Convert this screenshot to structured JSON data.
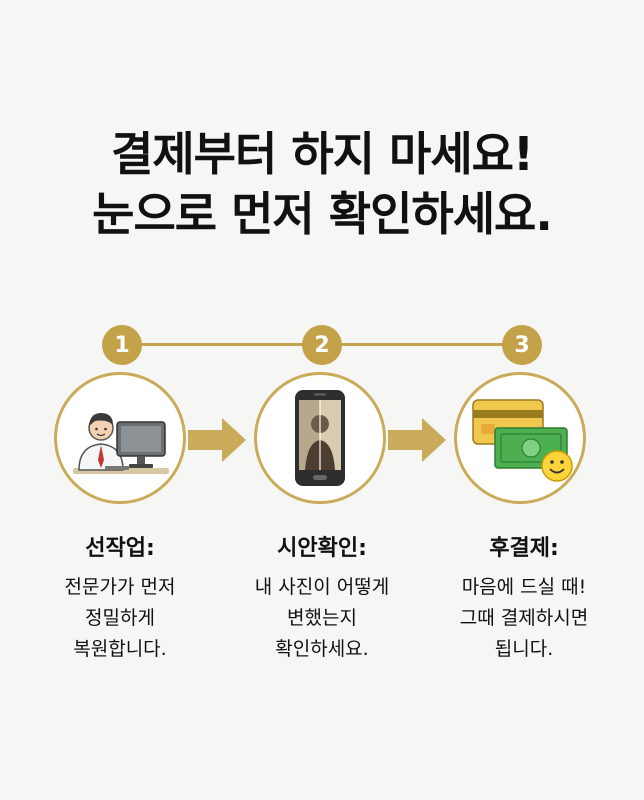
{
  "headline": {
    "line1": "결제부터 하지 마세요!",
    "line2": "눈으로 먼저 확인하세요."
  },
  "accent_color": "#c4a24a",
  "steps": [
    {
      "number": "1",
      "icon": "expert-at-computer-icon",
      "title": "선작업:",
      "desc": [
        "전문가가 먼저",
        "정밀하게",
        "복원합니다."
      ]
    },
    {
      "number": "2",
      "icon": "smartphone-photo-icon",
      "title": "시안확인:",
      "desc": [
        "내 사진이 어떻게",
        "변했는지",
        "확인하세요."
      ]
    },
    {
      "number": "3",
      "icon": "payment-card-cash-icon",
      "title": "후결제:",
      "desc": [
        "마음에 드실 때!",
        "그때 결제하시면",
        "됩니다."
      ]
    }
  ]
}
